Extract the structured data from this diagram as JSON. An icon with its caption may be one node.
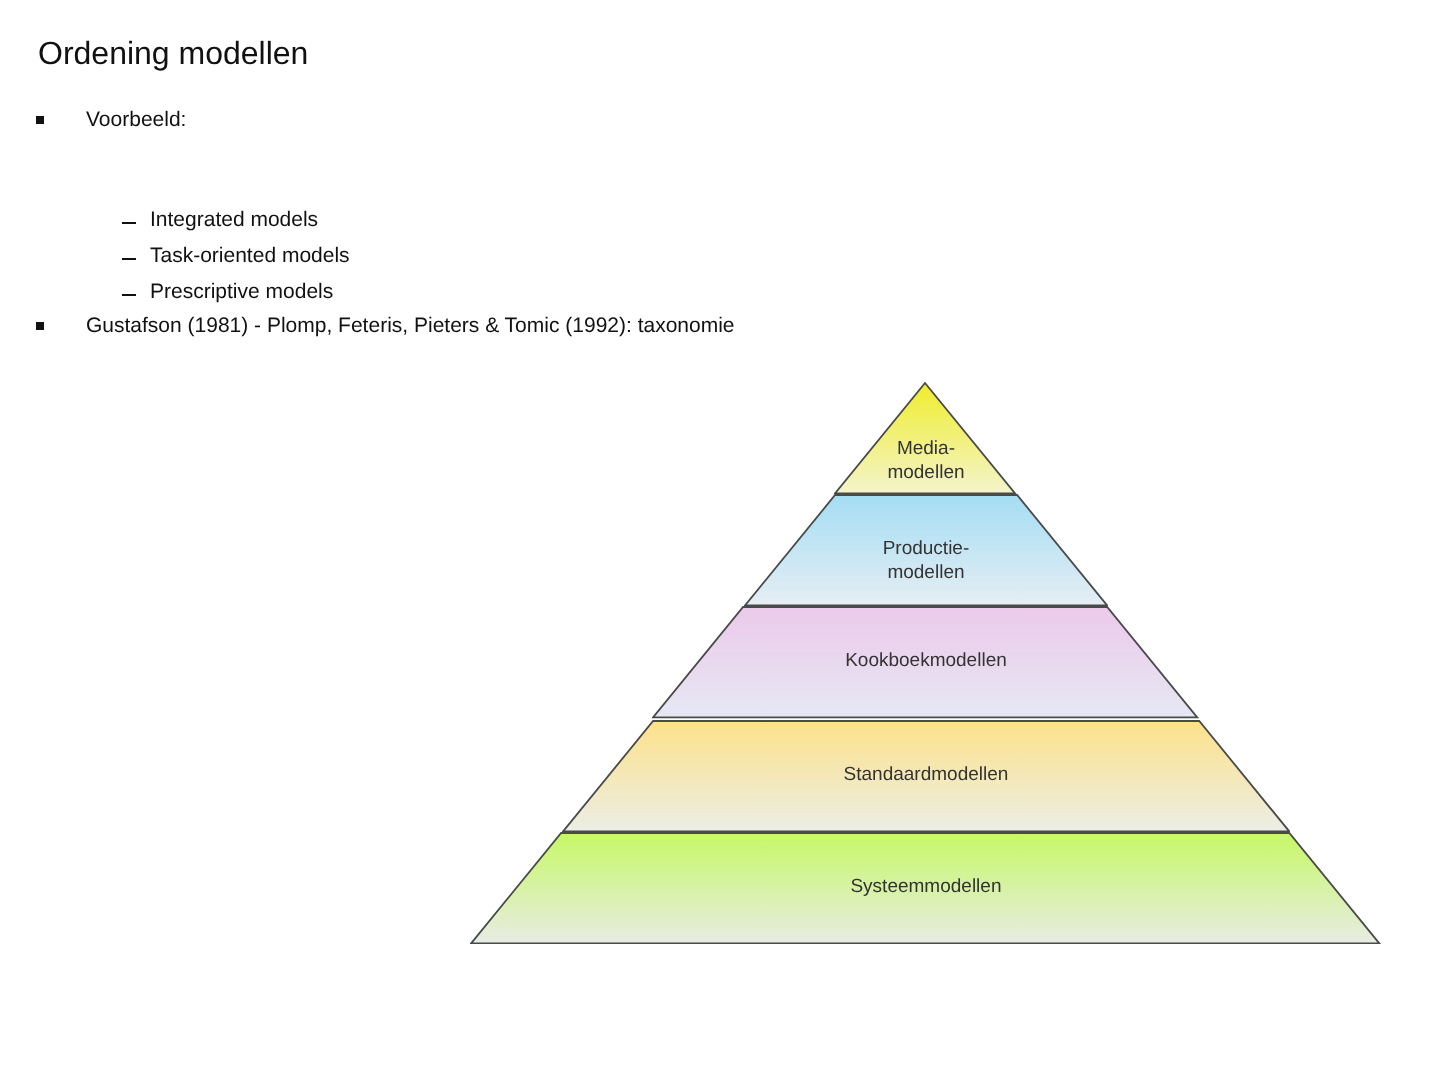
{
  "diagram": {
    "title": "Ordening modellen",
    "nodes": [
      {
        "text": [
          "Media-modellen"
        ]
      },
      {
        "text": [
          "Productie-modellen"
        ]
      },
      {
        "text": [
          "Kookboekmodellen"
        ]
      },
      {
        "text": [
          "Standaardmodellen"
        ]
      },
      {
        "text": [
          "Systeemmodellen"
        ]
      }
    ],
    "labels": [
      "Voorbeeld:",
      "Integrated models",
      "Task-oriented models",
      "Prescriptive models",
      "Gustafson (1981) - Plomp, Feteris, Pieters & Tomic (1992): taxonomie"
    ]
  }
}
